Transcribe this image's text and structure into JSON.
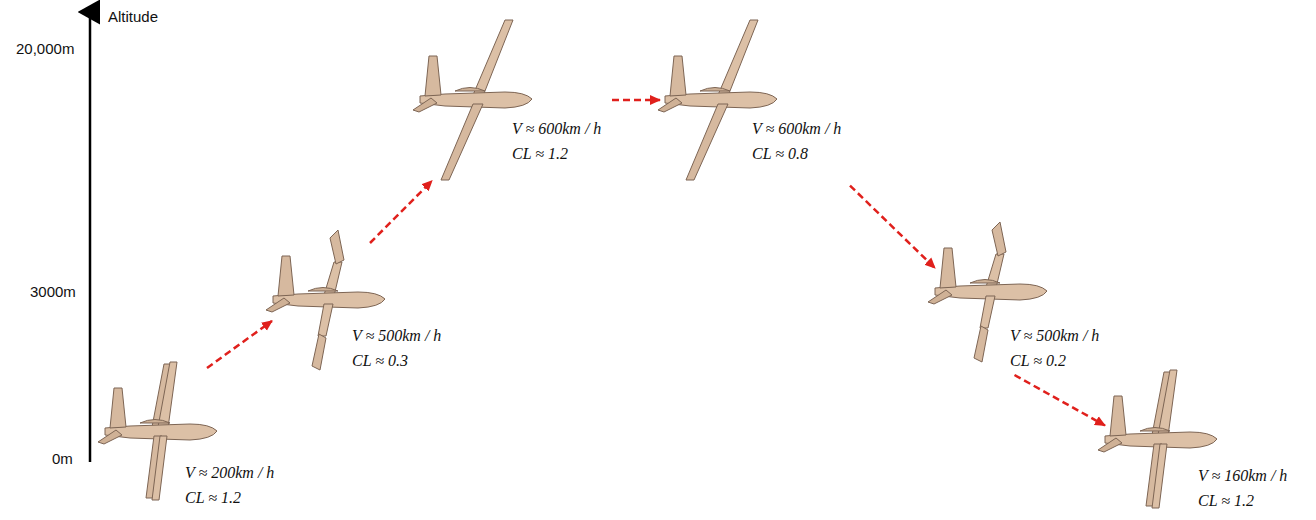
{
  "diagram": {
    "nodes": [
      {
        "text": [
          "V ≈ 200km / h",
          "CL ≈ 1.2"
        ]
      },
      {
        "text": [
          "V ≈ 500km / h",
          "CL ≈ 0.3"
        ]
      },
      {
        "text": [
          "V ≈ 600km / h",
          "CL ≈ 1.2"
        ]
      },
      {
        "text": [
          "V ≈ 600km / h",
          "CL ≈ 0.8"
        ]
      },
      {
        "text": [
          "V ≈ 500km / h",
          "CL ≈ 0.2"
        ]
      },
      {
        "text": [
          "V ≈ 160km / h",
          "CL ≈ 1.2"
        ]
      }
    ],
    "edges": [
      {
        "from": 0,
        "to": 1,
        "arrow": "to"
      },
      {
        "from": 1,
        "to": 2,
        "arrow": "to"
      },
      {
        "from": 2,
        "to": 3,
        "arrow": "to"
      },
      {
        "from": 3,
        "to": 4,
        "arrow": "to"
      },
      {
        "from": 4,
        "to": 5,
        "arrow": "to"
      }
    ],
    "labels": [
      "Altitude",
      "20,000m",
      "3000m",
      "0m"
    ]
  }
}
